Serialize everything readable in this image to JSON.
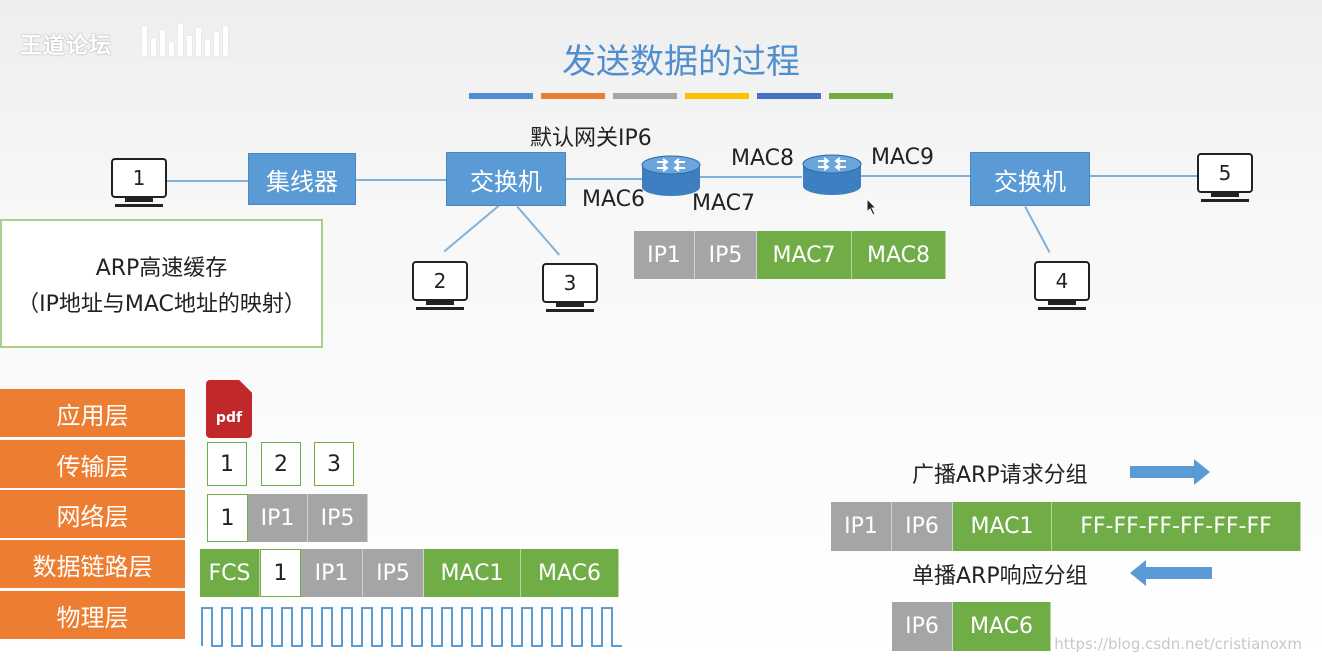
{
  "watermark": "王道论坛",
  "title": "发送数据的过程",
  "stripe_colors": [
    "#4f8fd0",
    "#ed7d31",
    "#a5a5a5",
    "#ffc000",
    "#4472c4",
    "#70ad47"
  ],
  "network": {
    "hub": "集线器",
    "switch_left": "交换机",
    "switch_right": "交换机",
    "hosts": [
      "1",
      "2",
      "3",
      "4",
      "5"
    ],
    "labels": {
      "gateway": "默认网关IP6",
      "mac6": "MAC6",
      "mac7": "MAC7",
      "mac8": "MAC8",
      "mac9": "MAC9"
    },
    "router_frame": [
      "IP1",
      "IP5",
      "MAC7",
      "MAC8"
    ]
  },
  "arp_cache": {
    "line1": "ARP高速缓存",
    "line2": "（IP地址与MAC地址的映射）"
  },
  "layers": [
    "应用层",
    "传输层",
    "网络层",
    "数据链路层",
    "物理层"
  ],
  "encapsulation": {
    "pdf_label": "pdf",
    "transport_segments": [
      "1",
      "2",
      "3"
    ],
    "network_packet": [
      "1",
      "IP1",
      "IP5"
    ],
    "data_link_frame": [
      "FCS",
      "1",
      "IP1",
      "IP5",
      "MAC1",
      "MAC6"
    ]
  },
  "arp": {
    "broadcast_label": "广播ARP请求分组",
    "broadcast_frame": [
      "IP1",
      "IP6",
      "MAC1",
      "FF-FF-FF-FF-FF-FF"
    ],
    "unicast_label": "单播ARP响应分组",
    "unicast_frame": [
      "IP6",
      "MAC6"
    ]
  },
  "credit": "https://blog.csdn.net/cristianoxm"
}
